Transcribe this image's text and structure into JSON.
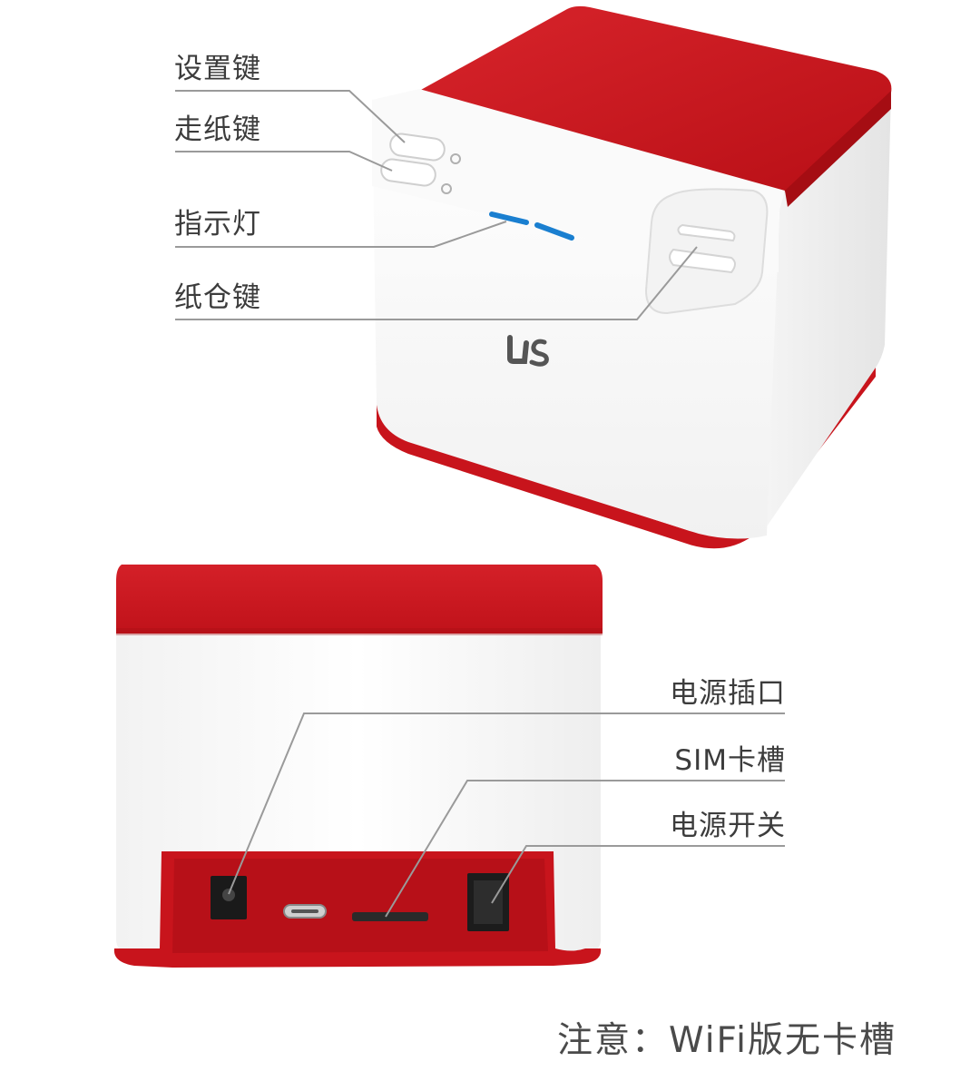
{
  "top_callouts": {
    "settings_key": "设置键",
    "feed_key": "走纸键",
    "indicator_light": "指示灯",
    "paper_bin_key": "纸仓键"
  },
  "bottom_callouts": {
    "power_jack": "电源插口",
    "sim_slot": "SIM卡槽",
    "power_switch": "电源开关"
  },
  "note": "注意：WiFi版无卡槽",
  "brand_logo": "US",
  "colors": {
    "accent_red": "#c8141c",
    "body_white": "#f7f7f7",
    "indicator_blue": "#1a7fd0"
  }
}
